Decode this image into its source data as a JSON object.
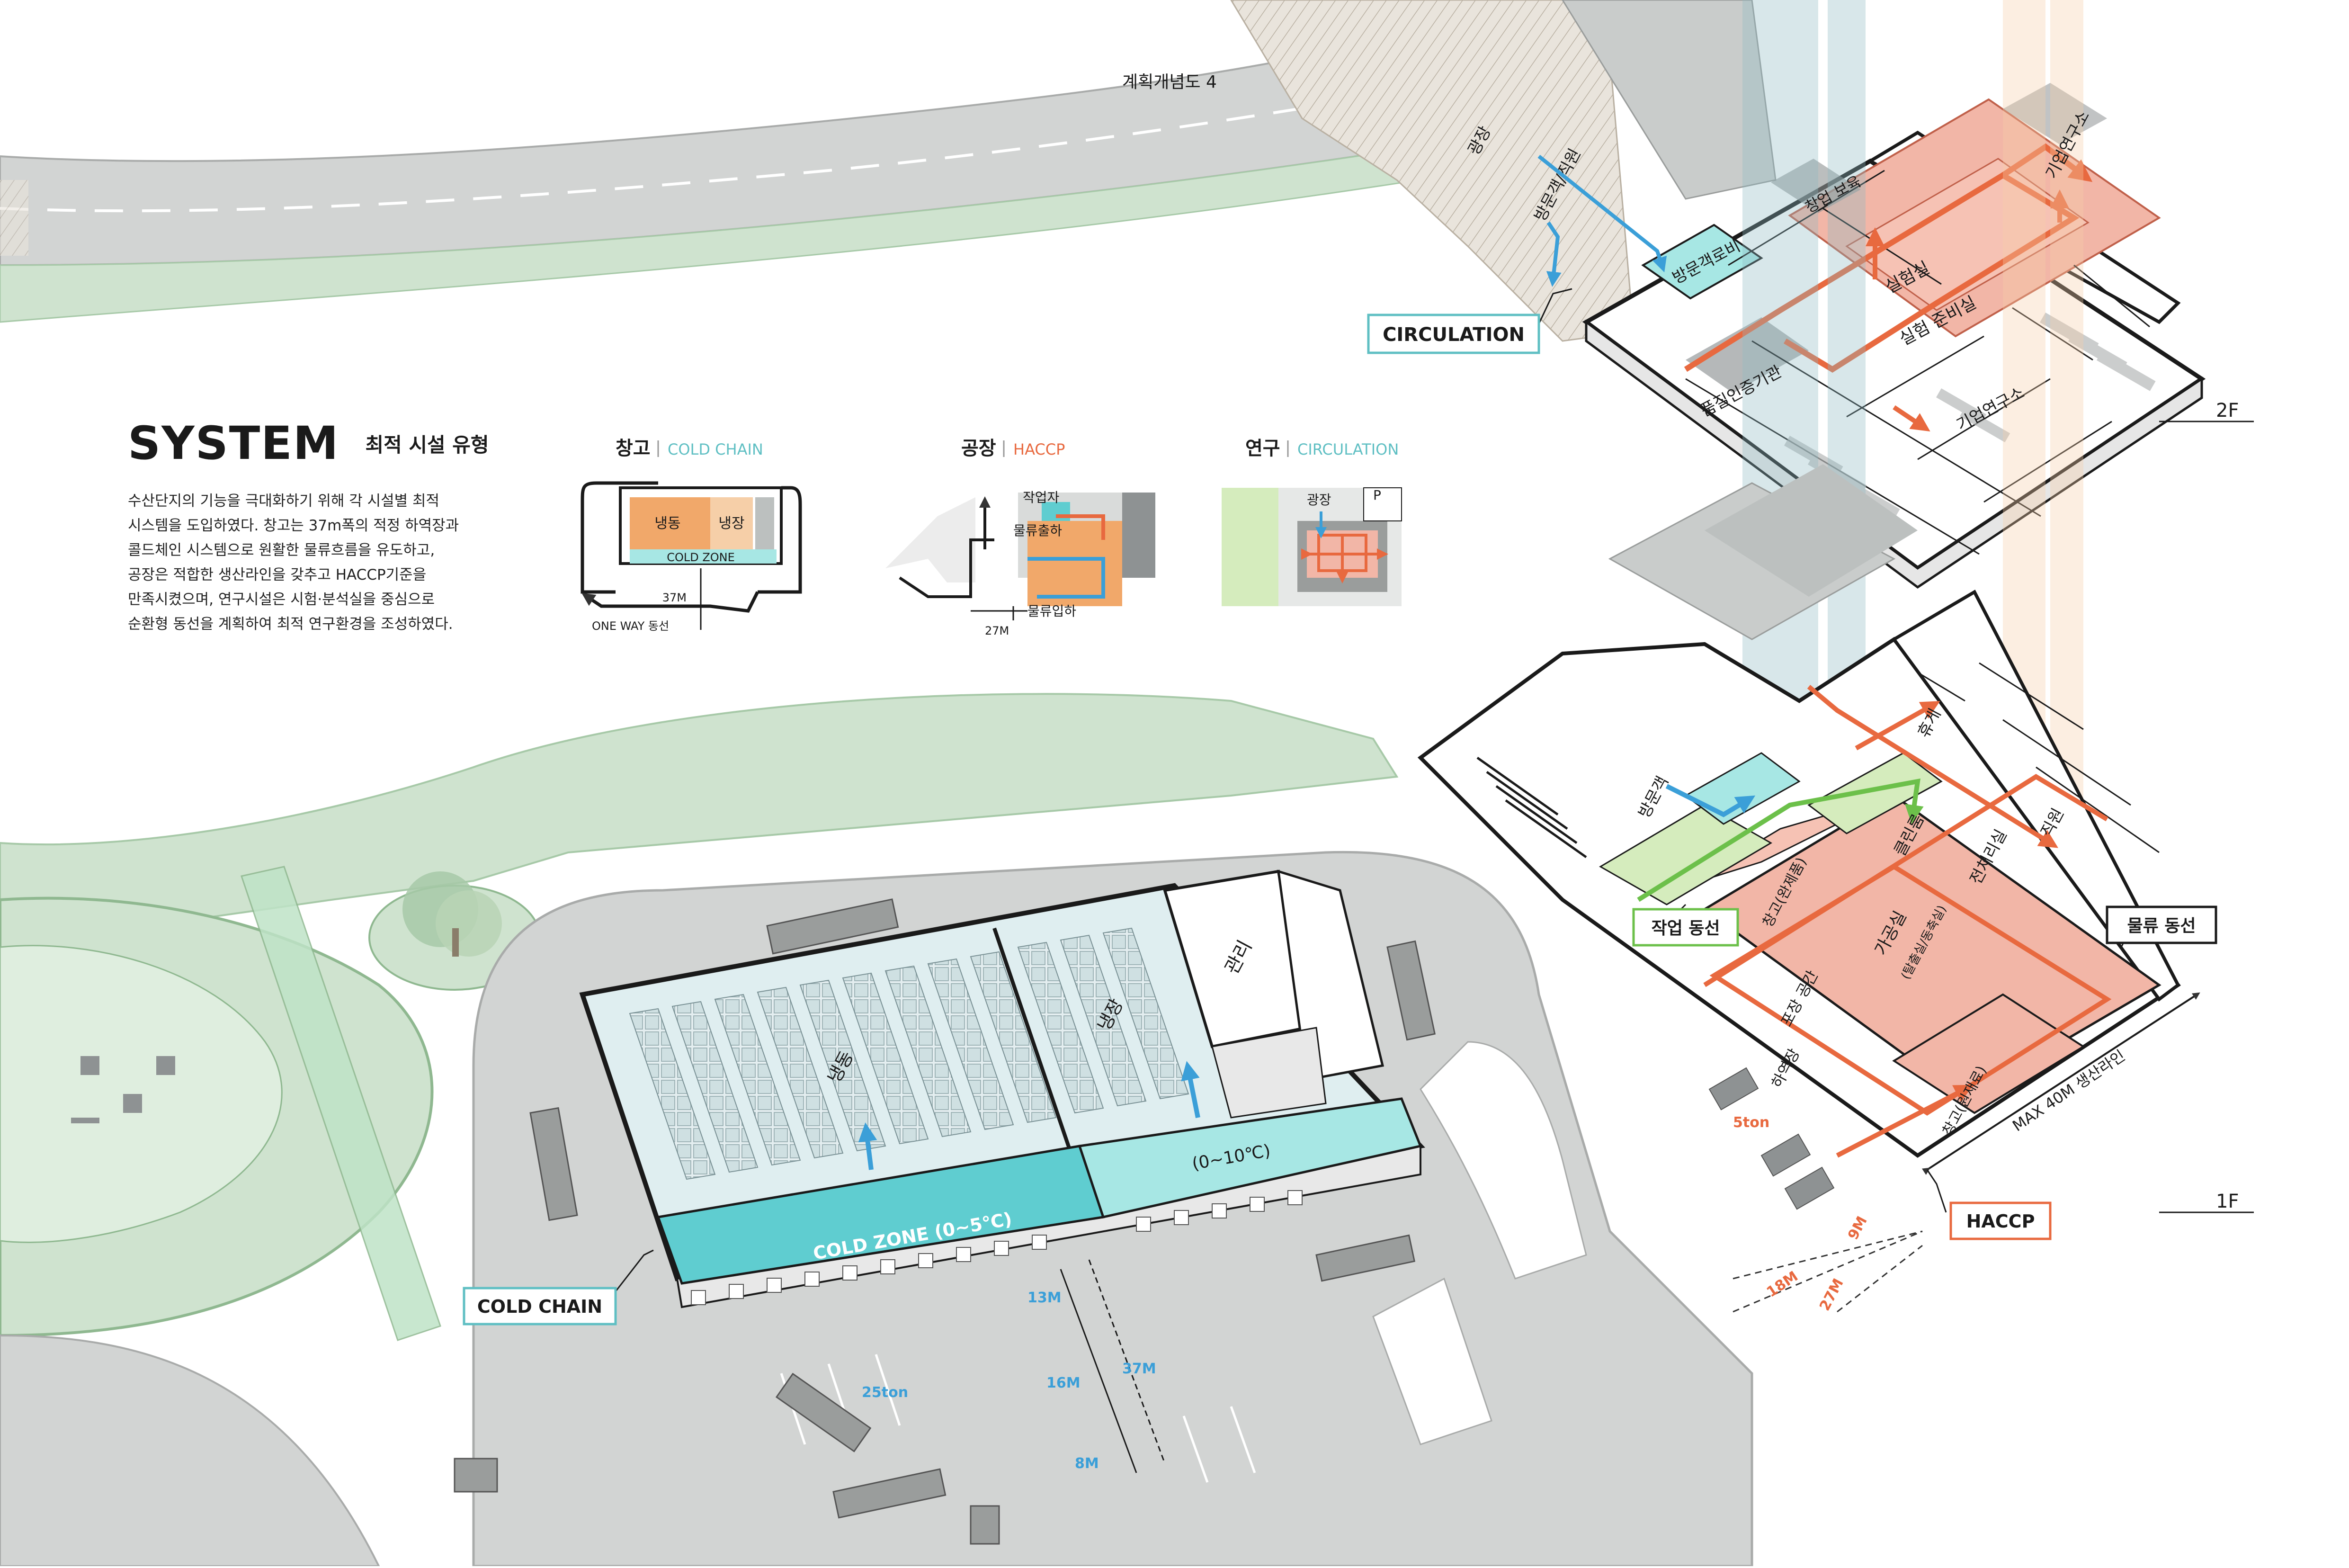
{
  "colors": {
    "road": "#d2d4d3",
    "road_dark": "#a9abaa",
    "green": "#cfe3cf",
    "green_dark": "#a7c9a8",
    "ice": "#d4e8e9",
    "cyan": "#5fcdd0",
    "cyan_light": "#a7e7e4",
    "salmon": "#f2b6a7",
    "orange": "#e8693f",
    "blue": "#3b9fd8",
    "green_arrow": "#6cc04a",
    "lime": "#d5ecbd",
    "peach": "#f6cfa8"
  },
  "system": {
    "title": "SYSTEM",
    "subtitle": "최적 시설 유형",
    "body": [
      "수산단지의 기능을 극대화하기 위해 각 시설별 최적",
      "시스템을 도입하였다. 창고는 37m폭의 적정 하역장과",
      "콜드체인 시스템으로 원활한 물류흐름을 유도하고,",
      "공장은 적합한 생산라인을 갖추고 HACCP기준을",
      "만족시켰으며, 연구시설은 시험·분석실을 중심으로",
      "순환형 동선을 계획하여 최적 연구환경을 조성하였다."
    ]
  },
  "mini": {
    "cold": {
      "title": "창고",
      "tag": "COLD CHAIN",
      "freeze": "냉동",
      "chill": "냉장",
      "zone": "COLD ZONE",
      "dim": "37M",
      "oneway": "ONE WAY 동선"
    },
    "haccp": {
      "title": "공장",
      "tag": "HACCP",
      "work": "작업자",
      "out": "물류출하",
      "in": "물류입하",
      "dim": "27M"
    },
    "circ": {
      "title": "연구",
      "tag": "CIRCULATION",
      "plaza": "광장",
      "p": "P"
    }
  },
  "labels": {
    "concept": "계획개념도 4",
    "plaza": "광장",
    "visitor_staff": "방문객/직원",
    "visitor": "방문객",
    "circulation": "CIRCULATION",
    "floor2": "2F",
    "floor1": "1F",
    "lobby": "방문객로비",
    "test_room": "실험실",
    "test_prep": "실험 준비실",
    "cert": "품질인증기관",
    "corp1": "기업연구소",
    "corp2": "기업연구소",
    "incubate": "창업 보육",
    "rest": "휴게",
    "staff": "직원",
    "clean": "클린룸",
    "work_flow": "작업 동선",
    "logistics_flow": "물류 동선",
    "wh_done": "창고(완제품)",
    "wh_raw": "창고(원재료)",
    "pretreat": "전처리실",
    "process": "가공실",
    "process_sub": "(탈출실/동축실)",
    "packing": "포장 공간",
    "dock": "하역장",
    "ton5": "5ton",
    "maxline": "MAX 40M 생산라인",
    "haccp": "HACCP",
    "d18": "18M",
    "d9": "9M",
    "d27": "27M",
    "mgmt": "관리",
    "freeze": "냉동",
    "chill": "냉장",
    "cold_zone": "COLD ZONE (0~5℃)",
    "zone_chill": "(0~10℃)",
    "cold_chain": "COLD CHAIN",
    "d13": "13M",
    "d16": "16M",
    "d37": "37M",
    "d8": "8M",
    "ton25": "25ton"
  }
}
